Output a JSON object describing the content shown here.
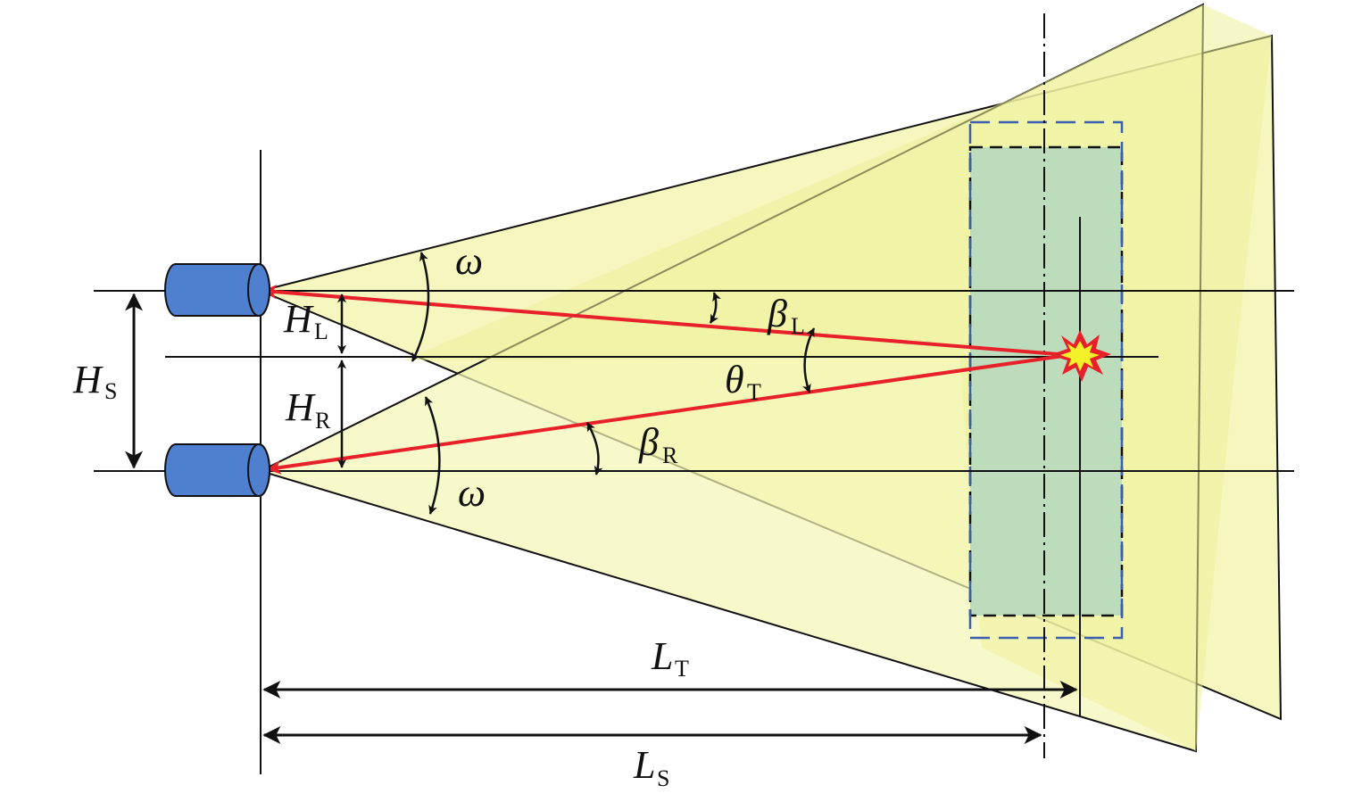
{
  "labels": {
    "omega_upper": "ω",
    "omega_lower": "ω",
    "beta_l": "β",
    "beta_l_sub": "L",
    "theta_t": "θ",
    "theta_t_sub": "T",
    "beta_r": "β",
    "beta_r_sub": "R",
    "h_s": "H",
    "h_s_sub": "S",
    "h_l": "H",
    "h_l_sub": "L",
    "h_r": "H",
    "h_r_sub": "R",
    "l_t": "L",
    "l_t_sub": "T",
    "l_s": "L",
    "l_s_sub": "S"
  },
  "colors": {
    "fov_fill": "#f4f6b4",
    "fov_overlap": "#eef199",
    "target_zone": "#bcdcbc",
    "sensor": "#4f7fcf",
    "ray": "#e8202a",
    "burst_outer": "#e8202a",
    "burst_inner": "#f4f02a",
    "dashed_blue": "#3a5fae",
    "line": "#111111"
  },
  "icons": {
    "upper_sensor": "camera-cylinder-icon",
    "lower_sensor": "camera-cylinder-icon",
    "target": "explosion-burst-icon"
  }
}
